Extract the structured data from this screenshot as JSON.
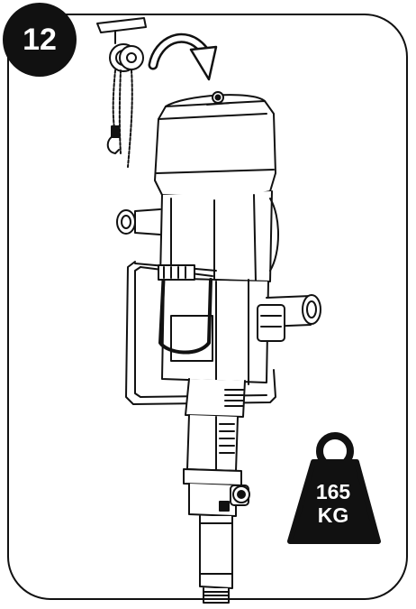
{
  "step": {
    "number": "12"
  },
  "weight": {
    "value": "165",
    "unit": "KG"
  },
  "icons": [
    "chain-hoist-icon",
    "lift-arrow-icon",
    "weight-icon",
    "pump-illustration"
  ]
}
